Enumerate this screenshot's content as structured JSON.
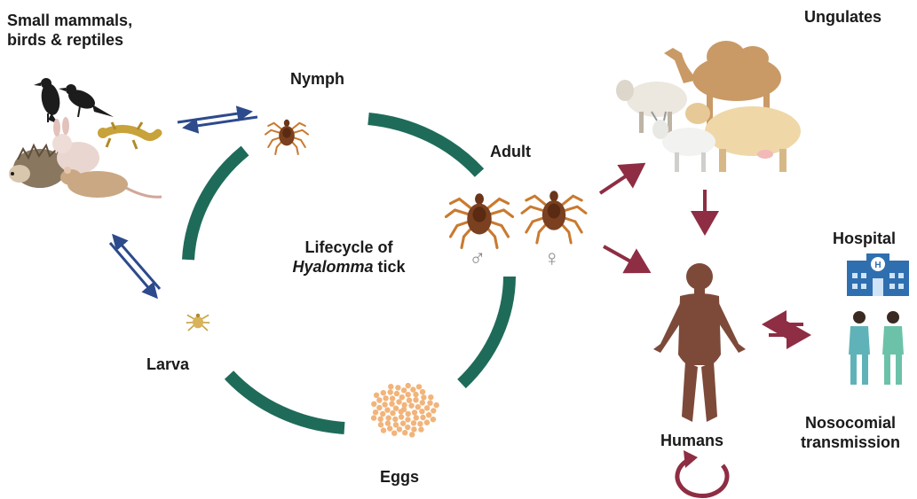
{
  "labels": {
    "hosts": [
      "Small mammals,",
      "birds & reptiles"
    ],
    "nymph": "Nymph",
    "adult": "Adult",
    "larva": "Larva",
    "eggs": "Eggs",
    "center_line1": "Lifecycle of",
    "center_genus": "Hyalomma",
    "center_rest": " tick",
    "ungulates": "Ungulates",
    "hospital": "Hospital",
    "hospital_sign": "H",
    "humans": "Humans",
    "nosocomial": [
      "Nosocomial",
      "transmission"
    ],
    "male_symbol": "♂",
    "female_symbol": "♀"
  },
  "colors": {
    "cycle": "#1f6b5a",
    "arrow_red": "#8e2d43",
    "arrow_blue": "#2d4a8c",
    "tick_body": "#7a4020",
    "tick_legs": "#c97a30",
    "human": "#7d4a3a",
    "egg": "#f2b47a",
    "hospital": "#2f6fb0",
    "staff": "#5fb3b8"
  },
  "icons": [
    "crow-icon",
    "hedgehog-icon",
    "rabbit-icon",
    "lizard-icon",
    "rat-icon",
    "tick-icon",
    "egg-cluster-icon",
    "camel-icon",
    "sheep-icon",
    "goat-icon",
    "cow-icon",
    "human-icon",
    "hospital-building-icon",
    "healthcare-worker-icon",
    "recycle-arrow-icon"
  ]
}
